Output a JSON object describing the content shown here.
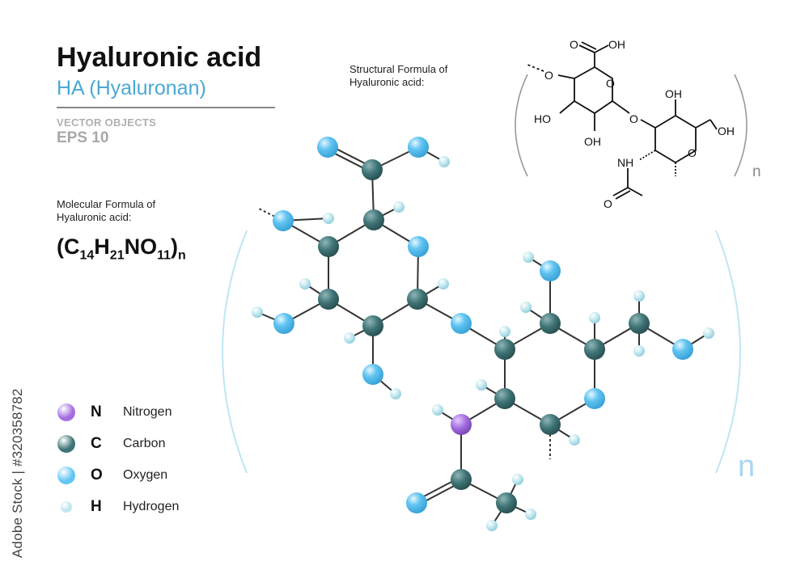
{
  "title": "Hyaluronic acid",
  "subtitle": "HA  (Hyaluronan)",
  "tag_line": "VECTOR OBJECTS",
  "format": "EPS 10",
  "molecular_caption": [
    "Molecular Formula of",
    "Hyaluronic acid:"
  ],
  "structural_caption": [
    "Structural  Formula of",
    "Hyaluronic acid:"
  ],
  "formula": {
    "c": "C",
    "c_n": "14",
    "h": "H",
    "h_n": "21",
    "rest": "NO",
    "o_n": "11",
    "n": "n"
  },
  "repeat_label_model": "n",
  "repeat_label_structure": "n",
  "watermark": "Adobe Stock | #320358782",
  "legend": [
    {
      "symbol": "N",
      "name": "Nitrogen",
      "color": "#a46ee0"
    },
    {
      "symbol": "C",
      "name": "Carbon",
      "color": "#3f7476"
    },
    {
      "symbol": "O",
      "name": "Oxygen",
      "color": "#62c5f2"
    },
    {
      "symbol": "H",
      "name": "Hydrogen",
      "color": "#bfe6ee"
    }
  ],
  "structure_labels": {
    "carbonyl_o": "O",
    "acid_oh": "OH",
    "ring_o1": "O",
    "ring_o2": "O",
    "oh_left": "HO",
    "oh_bottom": "OH",
    "oh_top": "OH",
    "oh_right": "OH",
    "nh": "NH",
    "amide_o": "O",
    "link_o": "O",
    "end_o": "O"
  }
}
